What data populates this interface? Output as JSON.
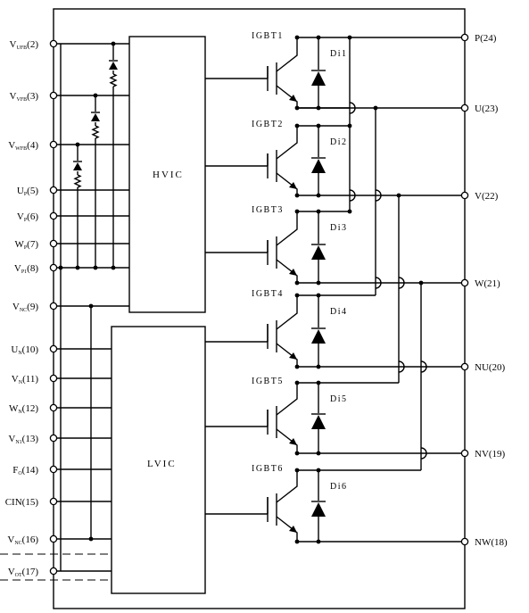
{
  "blocks": {
    "hvic": "HVIC",
    "lvic": "LVIC"
  },
  "left_pins": [
    {
      "main": "V",
      "sub": "UFB",
      "num": "(2)"
    },
    {
      "main": "V",
      "sub": "VFB",
      "num": "(3)"
    },
    {
      "main": "V",
      "sub": "WFB",
      "num": "(4)"
    },
    {
      "main": "U",
      "sub": "P",
      "num": "(5)"
    },
    {
      "main": "V",
      "sub": "P",
      "num": "(6)"
    },
    {
      "main": "W",
      "sub": "P",
      "num": "(7)"
    },
    {
      "main": "V",
      "sub": "P1",
      "num": "(8)"
    },
    {
      "main": "V",
      "sub": "NC",
      "num": "(9)"
    },
    {
      "main": "U",
      "sub": "N",
      "num": "(10)"
    },
    {
      "main": "V",
      "sub": "N",
      "num": "(11)"
    },
    {
      "main": "W",
      "sub": "N",
      "num": "(12)"
    },
    {
      "main": "V",
      "sub": "N1",
      "num": "(13)"
    },
    {
      "main": "F",
      "sub": "O",
      "num": "(14)"
    },
    {
      "main": "CIN(15)",
      "sub": "",
      "num": ""
    },
    {
      "main": "V",
      "sub": "NC",
      "num": "(16)"
    },
    {
      "main": "V",
      "sub": "OT",
      "num": "(17)"
    }
  ],
  "right_pins": [
    "P(24)",
    "U(23)",
    "V(22)",
    "W(21)",
    "NU(20)",
    "NV(19)",
    "NW(18)"
  ],
  "igbts": [
    "IGBT1",
    "IGBT2",
    "IGBT3",
    "IGBT4",
    "IGBT5",
    "IGBT6"
  ],
  "diodes": [
    "Di1",
    "Di2",
    "Di3",
    "Di4",
    "Di5",
    "Di6"
  ]
}
